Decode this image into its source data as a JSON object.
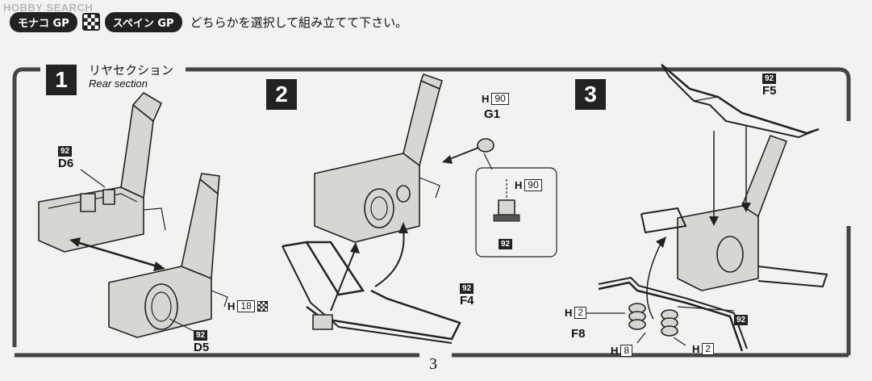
{
  "watermark": "HOBBY SEARCH",
  "header": {
    "option_a": "モナコ GP",
    "option_b": "スペイン GP",
    "instruction": "どちらかを選択して組み立てて下さい。"
  },
  "section": {
    "title_jp": "リヤセクション",
    "title_en": "Rear section"
  },
  "steps": [
    {
      "number": "1"
    },
    {
      "number": "2"
    },
    {
      "number": "3"
    }
  ],
  "parts": {
    "d6": {
      "code": "92",
      "name": "D6"
    },
    "d5": {
      "code": "92",
      "name": "D5"
    },
    "h18": {
      "letter": "H",
      "number": "18"
    },
    "g1": {
      "letter": "H",
      "number": "90",
      "name": "G1"
    },
    "g1_inset": {
      "letter": "H",
      "number": "90",
      "code": "92"
    },
    "f4": {
      "code": "92",
      "name": "F4"
    },
    "f5": {
      "code": "92",
      "name": "F5"
    },
    "f8": {
      "name": "F8"
    },
    "h2_left": {
      "letter": "H",
      "number": "2"
    },
    "h8": {
      "letter": "H",
      "number": "8"
    },
    "h2_right": {
      "letter": "H",
      "number": "2"
    },
    "right_code": {
      "code": "92"
    }
  },
  "page_number": "3"
}
